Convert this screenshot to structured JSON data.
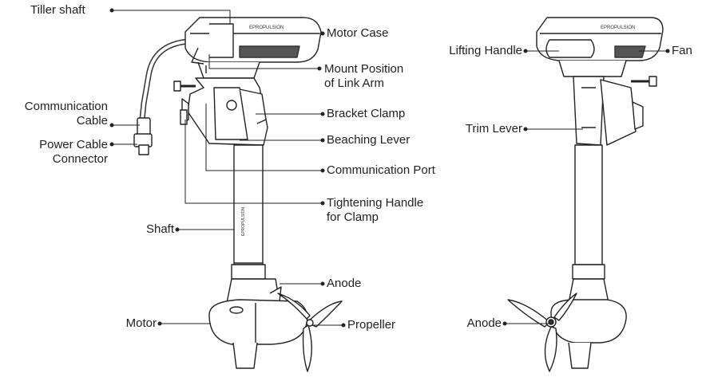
{
  "labels": {
    "tiller_shaft": "Tiller shaft",
    "motor_case": "Motor Case",
    "mount_position": [
      "Mount Position",
      "of Link Arm"
    ],
    "communication_cable": [
      "Communication",
      "Cable"
    ],
    "bracket_clamp": "Bracket Clamp",
    "power_cable_connector": [
      "Power Cable",
      "Connector"
    ],
    "beaching_lever": "Beaching Lever",
    "communication_port": "Communication Port",
    "tightening_handle": [
      "Tightening Handle",
      "for Clamp"
    ],
    "shaft": "Shaft",
    "anode_left": "Anode",
    "motor": "Motor",
    "propeller": "Propeller",
    "lifting_handle": "Lifting Handle",
    "fan": "Fan",
    "trim_lever": "Trim Lever",
    "anode_right": "Anode"
  },
  "colors": {
    "line": "#222222",
    "body_fill": "#ffffff",
    "dark": "#333333"
  }
}
